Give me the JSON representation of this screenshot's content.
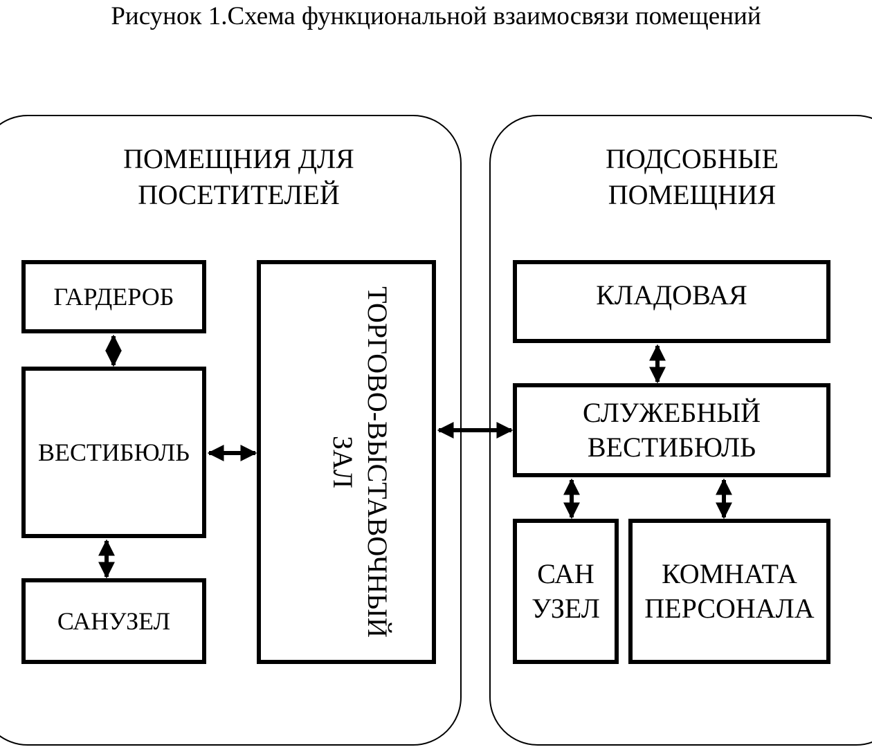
{
  "title": "Рисунок 1.Схема функциональной взаимосвязи помещений",
  "left_group": {
    "title_line1": "ПОМЕЩНИЯ ДЛЯ",
    "title_line2": "ПОСЕТИТЕЛЕЙ",
    "wardrobe": "ГАРДЕРОБ",
    "vestibule": "ВЕСТИБЮЛЬ",
    "restroom": "САНУЗЕЛ",
    "hall_line1": "ТОРГОВО-ВЫСТАВОЧНЫЙ",
    "hall_line2": "ЗАЛ"
  },
  "right_group": {
    "title_line1": "ПОДСОБНЫЕ",
    "title_line2": "ПОМЕЩНИЯ",
    "storage": "КЛАДОВАЯ",
    "service_line1": "СЛУЖЕБНЫЙ",
    "service_line2": "ВЕСТИБЮЛЬ",
    "restroom_line1": "САН",
    "restroom_line2": "УЗЕЛ",
    "staff_line1": "КОМНАТА",
    "staff_line2": "ПЕРСОНАЛА"
  }
}
